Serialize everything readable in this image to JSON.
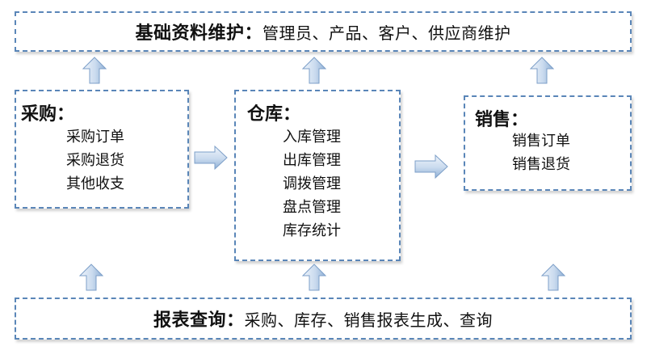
{
  "top_banner": {
    "heading": "基础资料维护：",
    "detail": "管理员、产品、客户、供应商维护"
  },
  "purchase": {
    "title": "采购：",
    "items": [
      "采购订单",
      "采购退货",
      "其他收支"
    ]
  },
  "warehouse": {
    "title": "仓库：",
    "items": [
      "入库管理",
      "出库管理",
      "调拨管理",
      "盘点管理",
      "库存统计"
    ]
  },
  "sales": {
    "title": "销售：",
    "items": [
      "销售订单",
      "销售退货"
    ]
  },
  "bottom_banner": {
    "heading": "报表查询：",
    "detail": "采购、库存、销售报表生成、查询"
  },
  "colors": {
    "border": "#5a86b8",
    "arrow_light": "#eef4fb",
    "arrow_dark": "#8fb0d6"
  }
}
